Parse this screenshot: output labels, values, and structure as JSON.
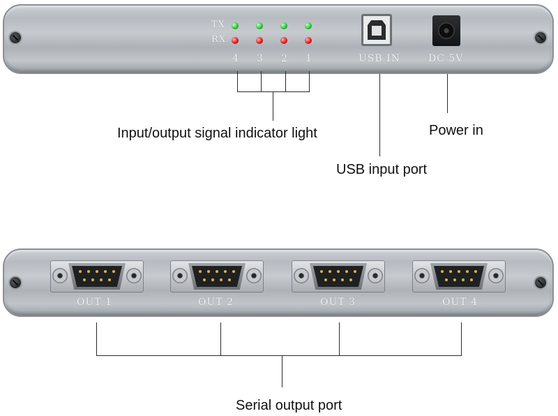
{
  "top_panel": {
    "tx_label": "TX",
    "rx_label": "RX",
    "led_numbers": [
      "4",
      "3",
      "2",
      "1"
    ],
    "usb_label": "USB  IN",
    "dc_label": "DC  5V",
    "led_colors": {
      "tx": "#2fc23a",
      "rx": "#e11c1c"
    }
  },
  "bottom_panel": {
    "ports": [
      "OUT  1",
      "OUT  2",
      "OUT  3",
      "OUT  4"
    ]
  },
  "captions": {
    "indicator": "Input/output signal indicator light",
    "usb": "USB input port",
    "power": "Power in",
    "serial": "Serial output port"
  }
}
